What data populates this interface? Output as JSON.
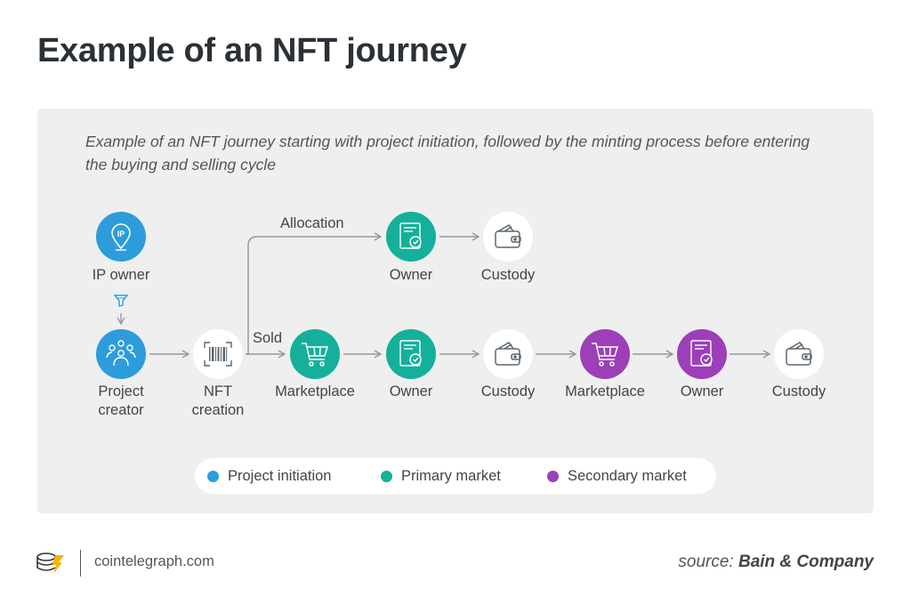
{
  "title": "Example of an NFT journey",
  "subtitle": "Example of an NFT journey starting with project initiation, followed by the minting process before entering the buying and selling cycle",
  "edge_labels": {
    "allocation": "Allocation",
    "sold": "Sold"
  },
  "nodes": {
    "ip_owner": {
      "label": "IP owner",
      "icon": "ip-location-icon",
      "color": "#2d9cdb"
    },
    "project_creator": {
      "label_line1": "Project",
      "label_line2": "creator",
      "icon": "team-icon",
      "color": "#2d9cdb"
    },
    "nft_creation": {
      "label_line1": "NFT",
      "label_line2": "creation",
      "icon": "barcode-icon"
    },
    "alloc_owner": {
      "label": "Owner",
      "icon": "certificate-icon",
      "color": "#14b09b"
    },
    "alloc_custody": {
      "label": "Custody",
      "icon": "wallet-icon"
    },
    "primary_marketplace": {
      "label": "Marketplace",
      "icon": "cart-icon",
      "color": "#14b09b"
    },
    "primary_owner": {
      "label": "Owner",
      "icon": "certificate-icon",
      "color": "#14b09b"
    },
    "primary_custody": {
      "label": "Custody",
      "icon": "wallet-icon"
    },
    "secondary_marketplace": {
      "label": "Marketplace",
      "icon": "cart-icon",
      "color": "#9c3fb9"
    },
    "secondary_owner": {
      "label": "Owner",
      "icon": "certificate-icon",
      "color": "#9c3fb9"
    },
    "secondary_custody": {
      "label": "Custody",
      "icon": "wallet-icon"
    }
  },
  "legend": [
    {
      "label": "Project initiation",
      "color": "#2d9cdb"
    },
    {
      "label": "Primary market",
      "color": "#14b09b"
    },
    {
      "label": "Secondary market",
      "color": "#9c3fb9"
    }
  ],
  "footer": {
    "site": "cointelegraph.com",
    "source_prefix": "source:",
    "source_name": "Bain & Company"
  }
}
